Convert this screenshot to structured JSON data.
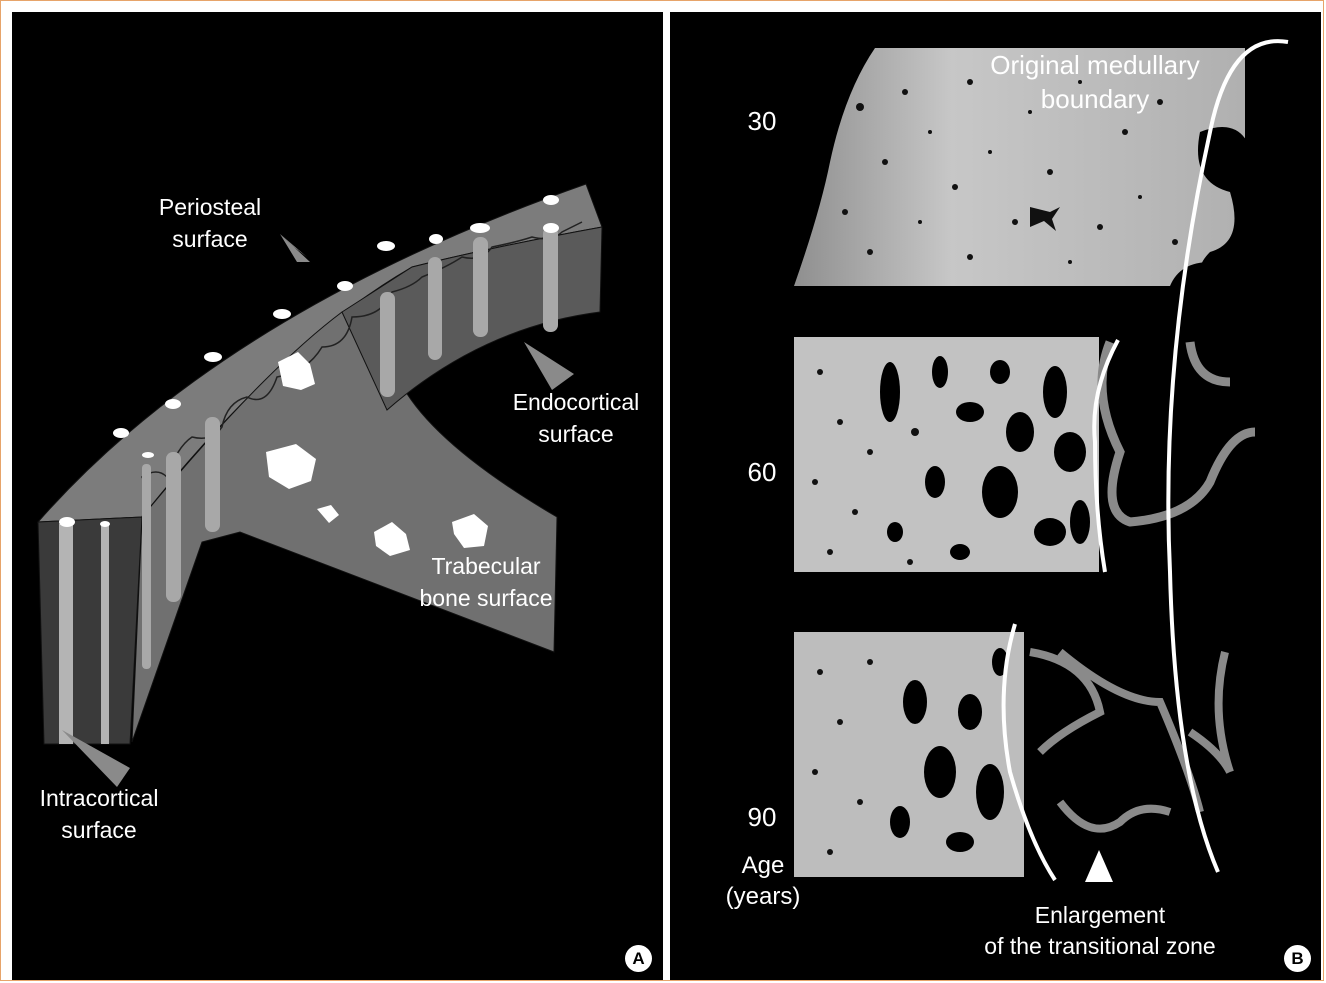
{
  "panel_a": {
    "badge": "A",
    "labels": {
      "periosteal_1": "Periosteal",
      "periosteal_2": "surface",
      "endocortical_1": "Endocortical",
      "endocortical_2": "surface",
      "trabecular_1": "Trabecular",
      "trabecular_2": "bone surface",
      "intracortical_1": "Intracortical",
      "intracortical_2": "surface"
    }
  },
  "panel_b": {
    "badge": "B",
    "ages": [
      "30",
      "60",
      "90"
    ],
    "age_label_1": "Age",
    "age_label_2": "(years)",
    "boundary_1": "Original  medullary",
    "boundary_2": "boundary",
    "transition_1": "Enlargement",
    "transition_2": "of the transitional zone"
  },
  "colors": {
    "frame": "#e7a46a",
    "background": "#000000",
    "bone_gray": "#7a7a7a",
    "dark_face": "#3a3a3a",
    "canal": "#b4b4b4"
  }
}
